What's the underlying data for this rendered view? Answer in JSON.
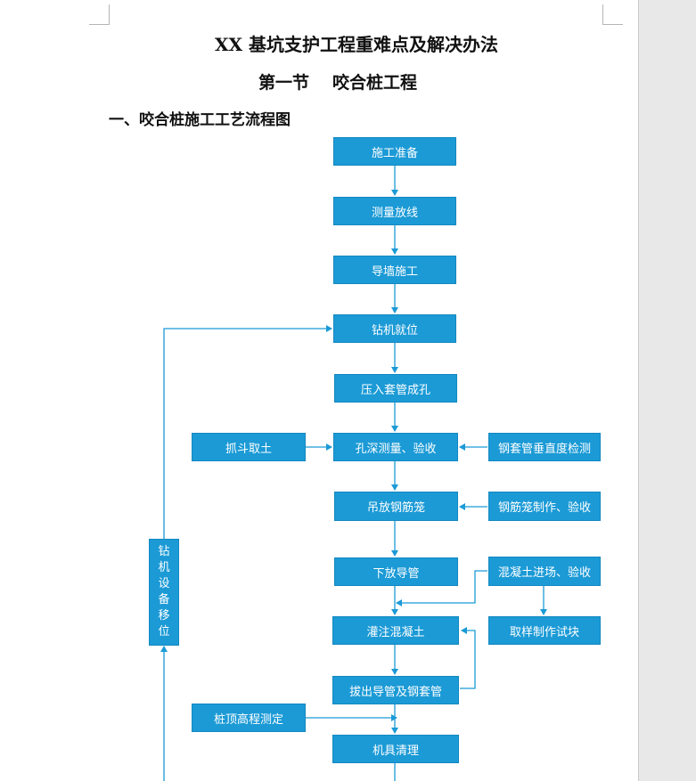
{
  "document": {
    "title": "XX 基坑支护工程重难点及解决办法",
    "section_number": "第一节",
    "section_title": "咬合桩工程",
    "subheading": "一、咬合桩施工工艺流程图"
  },
  "flowchart": {
    "main_steps": [
      "施工准备",
      "测量放线",
      "导墙施工",
      "钻机就位",
      "压入套管成孔",
      "孔深测量、验收",
      "吊放钢筋笼",
      "下放导管",
      "灌注混凝土",
      "拔出导管及钢套管",
      "机具清理"
    ],
    "left_inputs": [
      "抓斗取土",
      "桩顶高程测定"
    ],
    "right_inputs": [
      "钢套管垂直度检测",
      "钢筋笼制作、验收",
      "混凝土进场、验收",
      "取样制作试块"
    ],
    "loop_label": [
      "钻",
      "机",
      "设",
      "备",
      "移",
      "位"
    ]
  },
  "colors": {
    "box": "#1b9ad6",
    "line": "#1b9ad6",
    "text": "#ffffff"
  }
}
